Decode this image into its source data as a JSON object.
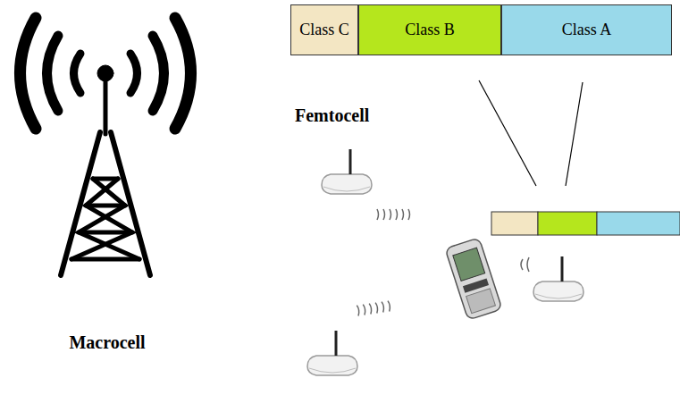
{
  "diagram": {
    "nodes": [
      {
        "text": [
          "Class C"
        ]
      },
      {
        "text": [
          "Class B"
        ]
      },
      {
        "text": [
          "Class A"
        ]
      }
    ],
    "labels": [
      "Macrocell",
      "Femtocell"
    ]
  }
}
